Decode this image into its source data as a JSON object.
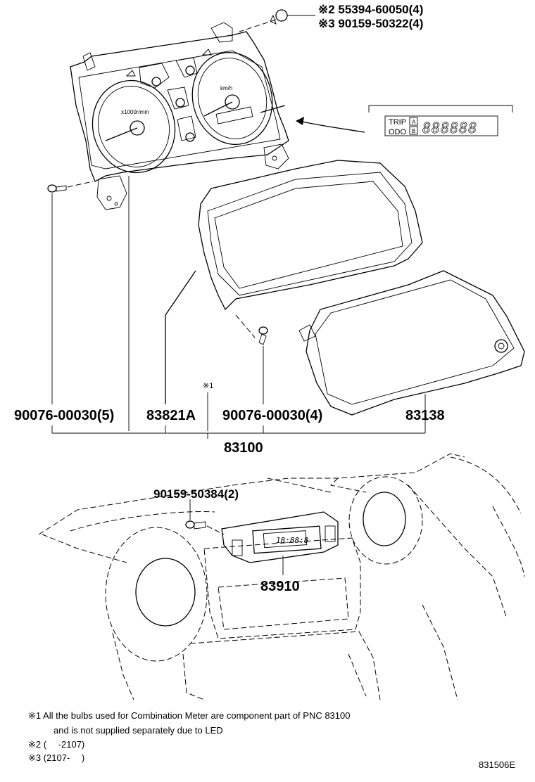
{
  "callouts": {
    "top_right_1": "※2 55394-60050(4)",
    "top_right_2": "※3 90159-50322(4)",
    "screw_left": "90076-00030(5)",
    "lens": "83821A",
    "note_mark": "※1",
    "screw_center": "90076-00030(4)",
    "cover": "83138",
    "assembly": "83100",
    "clock_screw": "90159-50384(2)",
    "clock": "83910"
  },
  "odometer_display": {
    "trip": "TRIP",
    "odo": "ODO",
    "a": "A",
    "b": "B",
    "digits": "888888"
  },
  "gauge_labels": {
    "tach": "x1000r/min",
    "speed": "km/h",
    "clock_digits": "18:88:8"
  },
  "notes": {
    "n1_line1": "※1 All the bulbs used for Combination Meter are component part of PNC 83100",
    "n1_line2": "and is not supplied separately due to LED",
    "n2": "※2 (　 -2107)",
    "n3": "※3 (2107-　 )"
  },
  "figure_code": "831506E"
}
